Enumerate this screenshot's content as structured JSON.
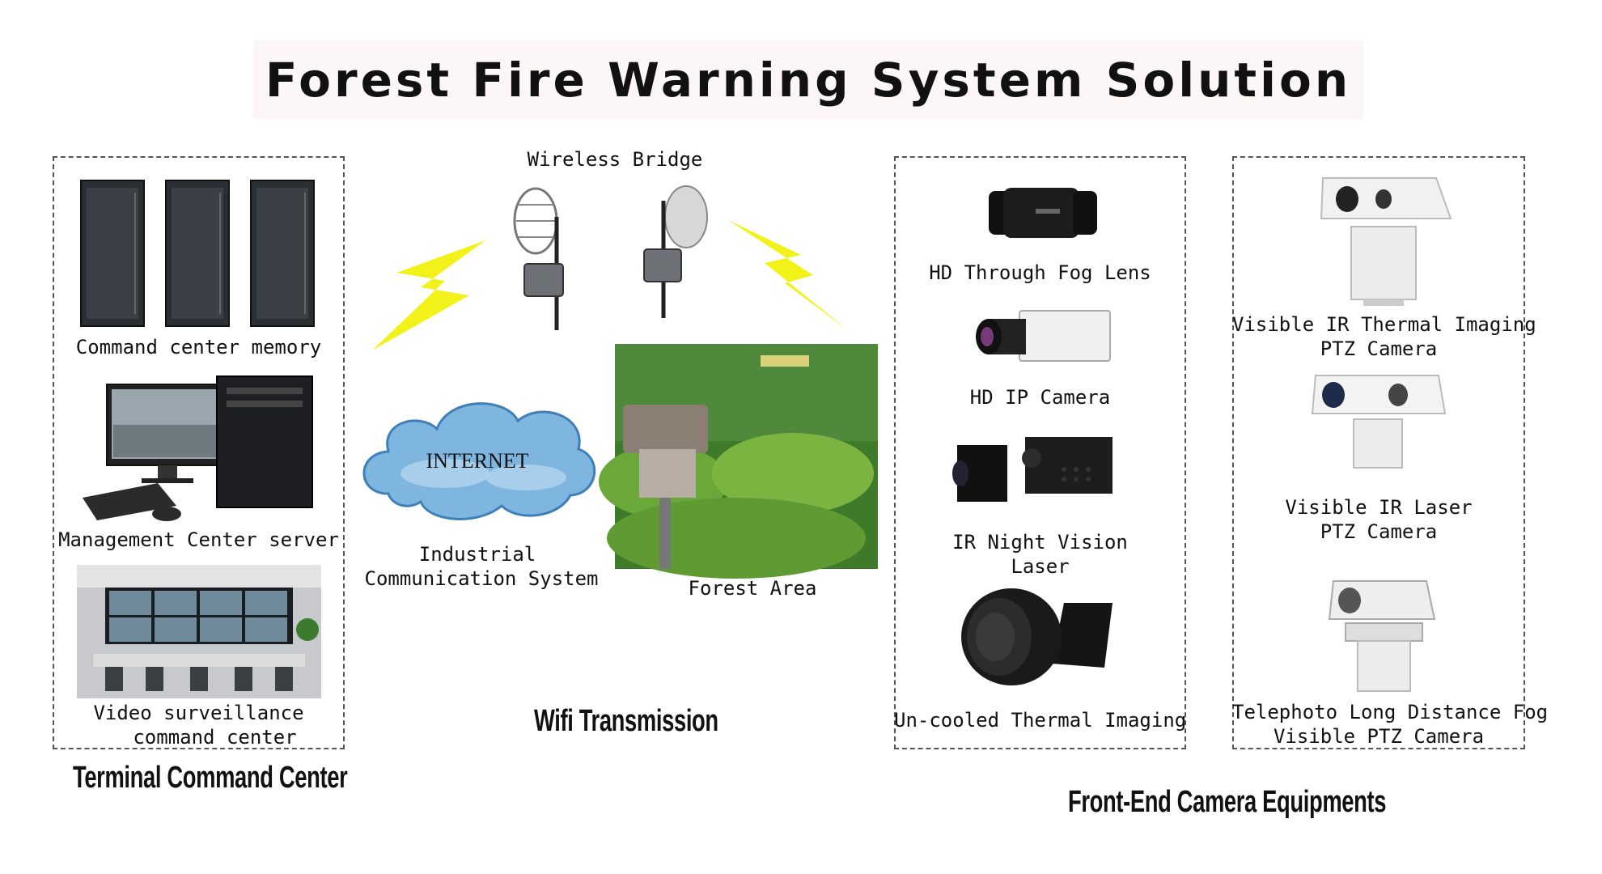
{
  "title": "Forest Fire Warning System Solution",
  "sections": {
    "terminal": "Terminal Command Center",
    "wifi": "Wifi Transmission",
    "frontend": "Front-End Camera Equipments"
  },
  "terminal_items": {
    "memory": "Command center memory",
    "server": "Management Center server",
    "video_line1": "Video surveillance",
    "video_line2": "command center"
  },
  "transmission": {
    "bridge": "Wireless Bridge",
    "internet": "INTERNET",
    "ics_line1": "Industrial",
    "ics_line2": "Communication System",
    "forest": "Forest Area"
  },
  "cameras_left": {
    "lens": "HD Through Fog Lens",
    "ip": "HD IP Camera",
    "ir_line1": "IR Night Vision",
    "ir_line2": "Laser",
    "thermal": "Un-cooled Thermal Imaging"
  },
  "cameras_right": {
    "vit_line1": "Visible IR Thermal Imaging",
    "vit_line2": "PTZ Camera",
    "vil_line1": "Visible IR Laser",
    "vil_line2": "PTZ Camera",
    "tele_line1": "Telephoto Long Distance Fog",
    "tele_line2": "Visible PTZ Camera"
  },
  "colors": {
    "lightning": "#f2f21a",
    "cloud": "#7fb6e0",
    "forest": "#3d7a2a"
  }
}
